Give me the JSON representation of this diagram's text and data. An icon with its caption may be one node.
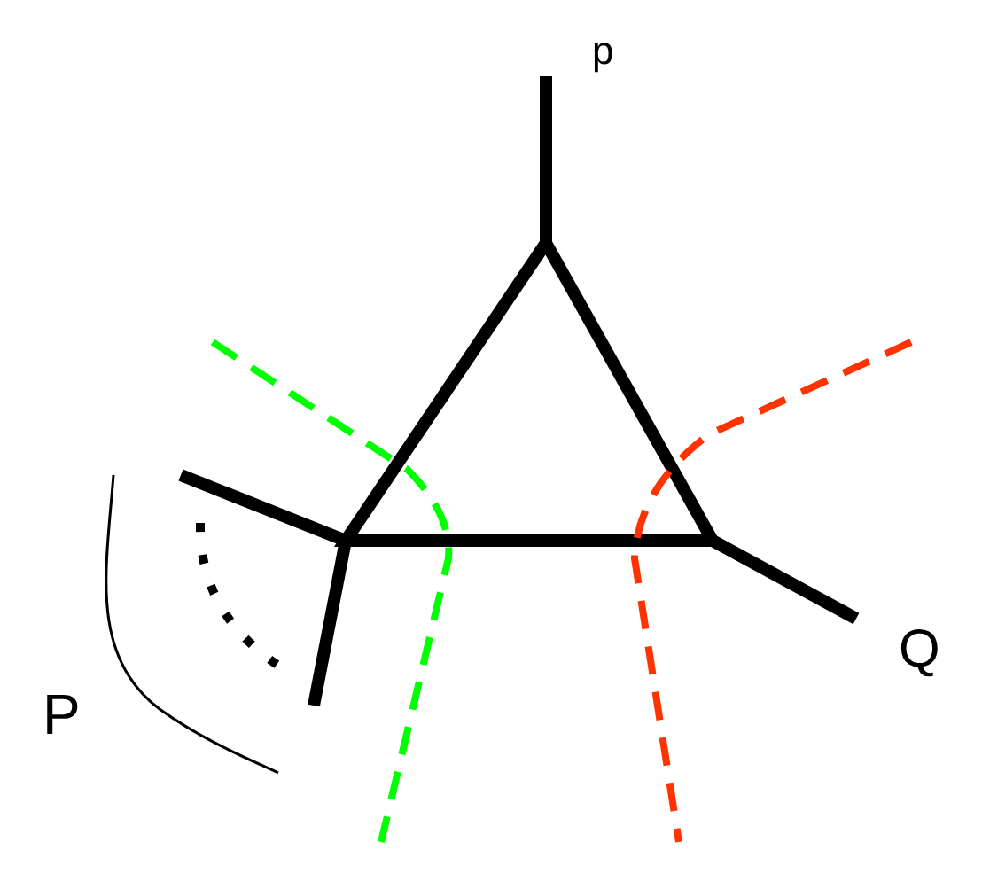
{
  "diagram": {
    "labels": [
      "p",
      "Q",
      "P"
    ]
  }
}
